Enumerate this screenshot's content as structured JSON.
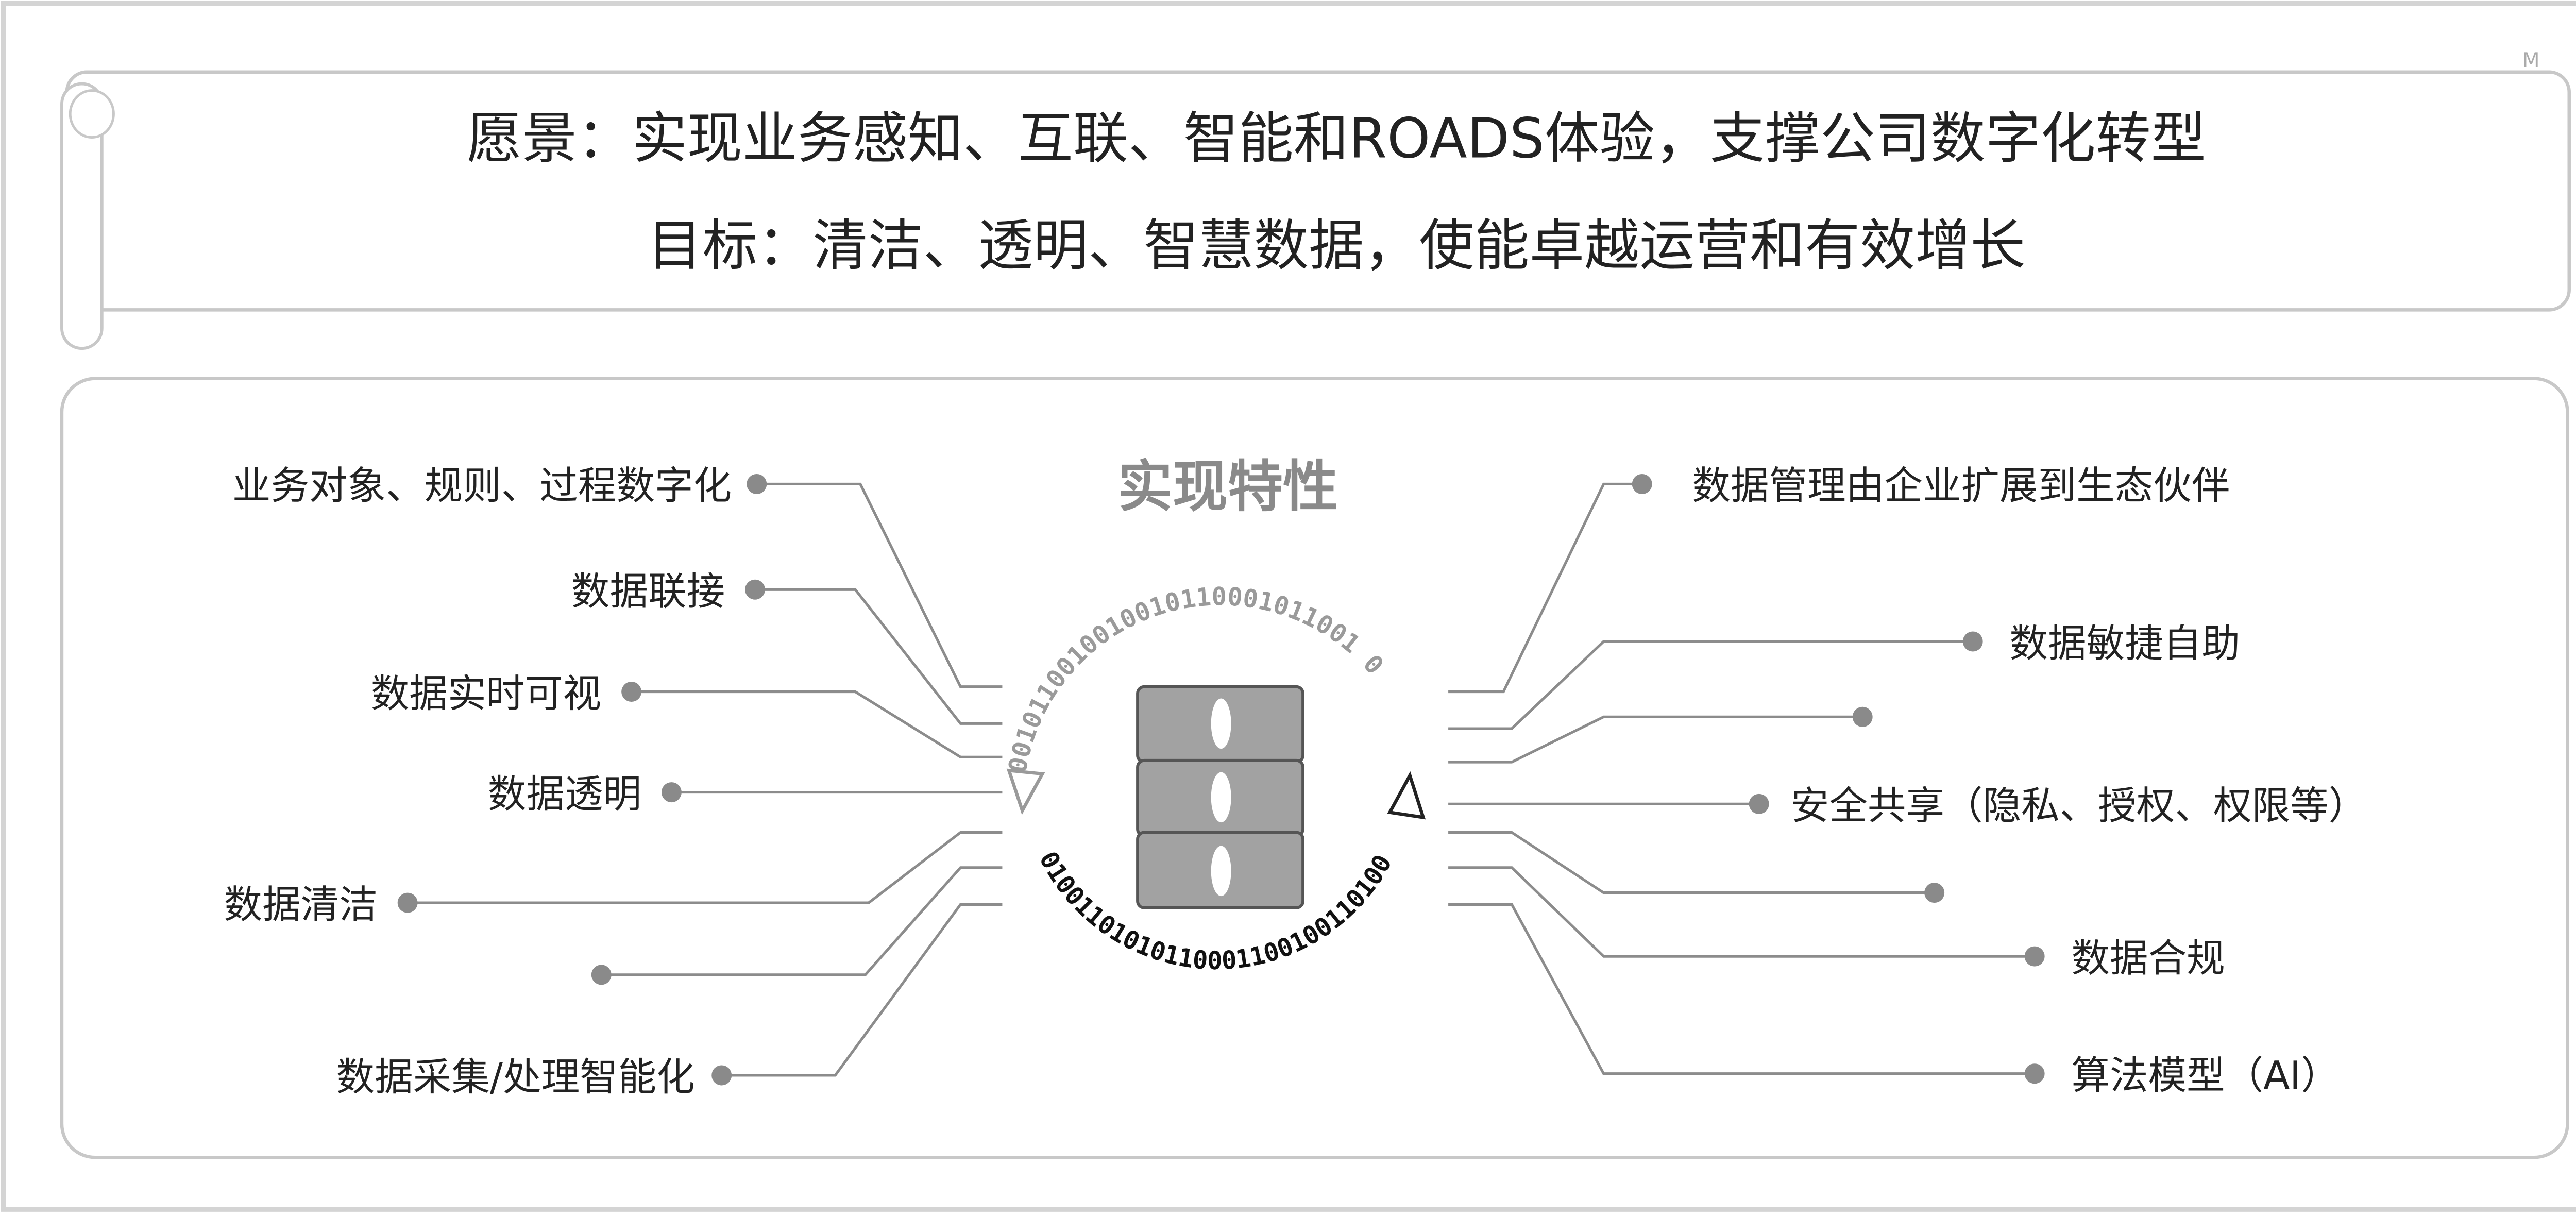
{
  "banner": {
    "vision": "愿景：实现业务感知、互联、智能和ROADS体验，支撑公司数字化转型",
    "goal": "目标：清洁、透明、智慧数据，使能卓越运营和有效增长"
  },
  "center": {
    "title": "实现特性",
    "binary_top": "0010110010010010110001011001 0",
    "binary_bottom": "01001101010110001100100110100"
  },
  "left_items": [
    {
      "label": "业务对象、规则、过程数字化"
    },
    {
      "label": "数据联接"
    },
    {
      "label": "数据实时可视"
    },
    {
      "label": "数据透明"
    },
    {
      "label": "数据清洁"
    },
    {
      "label": ""
    },
    {
      "label": "数据采集/处理智能化"
    }
  ],
  "right_items": [
    {
      "label": "数据管理由企业扩展到生态伙伴"
    },
    {
      "label": "数据敏捷自助"
    },
    {
      "label": ""
    },
    {
      "label": "安全共享（隐私、授权、权限等）"
    },
    {
      "label": ""
    },
    {
      "label": "数据合规"
    },
    {
      "label": "算法模型（AI）"
    }
  ],
  "colors": {
    "line": "#8c8c8c",
    "server": "#9a9a9a",
    "title": "#8a8a8a"
  }
}
